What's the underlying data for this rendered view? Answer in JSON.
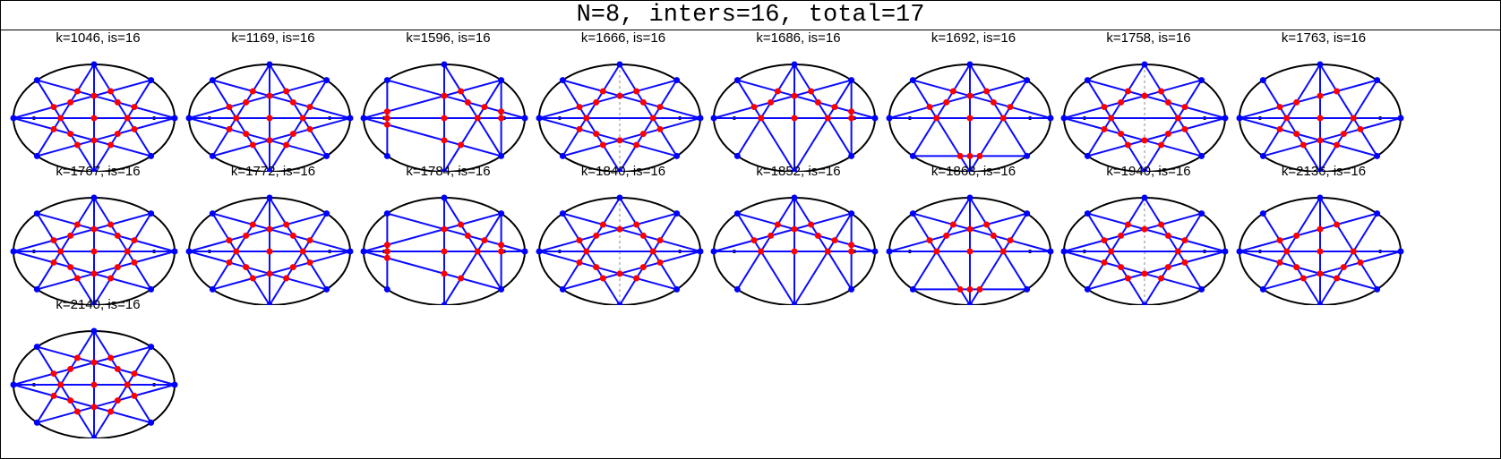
{
  "title": "N=8, inters=16, total=17",
  "colors": {
    "edge": "#0b0bff",
    "intersection": "#ff0000",
    "vertex": "#0000ff",
    "ellipse": "#000000",
    "axis": "#888888",
    "focus": "#000000"
  },
  "panels": [
    {
      "label": "k=1046, is=16"
    },
    {
      "label": "k=1169, is=16"
    },
    {
      "label": "k=1596, is=16"
    },
    {
      "label": "k=1666, is=16"
    },
    {
      "label": "k=1686, is=16"
    },
    {
      "label": "k=1692, is=16"
    },
    {
      "label": "k=1758, is=16"
    },
    {
      "label": "k=1763, is=16"
    },
    {
      "label": "k=1767, is=16"
    },
    {
      "label": "k=1772, is=16"
    },
    {
      "label": "k=1784, is=16"
    },
    {
      "label": "k=1840, is=16"
    },
    {
      "label": "k=1852, is=16"
    },
    {
      "label": "k=1868, is=16"
    },
    {
      "label": "k=1940, is=16"
    },
    {
      "label": "k=2136, is=16"
    },
    {
      "label": "k=2140, is=16"
    }
  ]
}
